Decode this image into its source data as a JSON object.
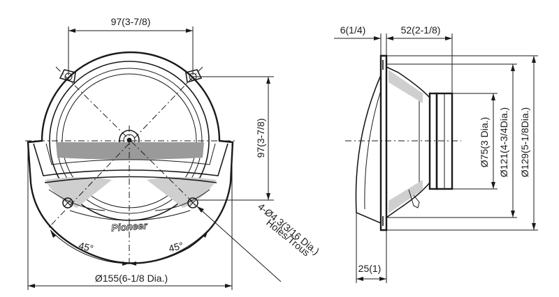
{
  "front_view": {
    "top_width": "97(3-7/8)",
    "right_height": "97(3-7/8)",
    "holes_note_line1": "4-Ø4.3(3/16 Dia.)",
    "holes_note_line2": "Holes/Trous",
    "angle_left": "45°",
    "angle_right": "45°",
    "overall_diameter": "Ø155(6-1/8 Dia.)",
    "brand": "Pioneer"
  },
  "side_view": {
    "flange_thickness": "6(1/4)",
    "mount_depth": "52(2-1/8)",
    "magnet_diameter": "Ø75(3 Dia.)",
    "cutout_diameter": "Ø121(4-3/4Dia.)",
    "frame_diameter": "Ø129(5-1/8Dia.)",
    "front_protrusion": "25(1)"
  }
}
